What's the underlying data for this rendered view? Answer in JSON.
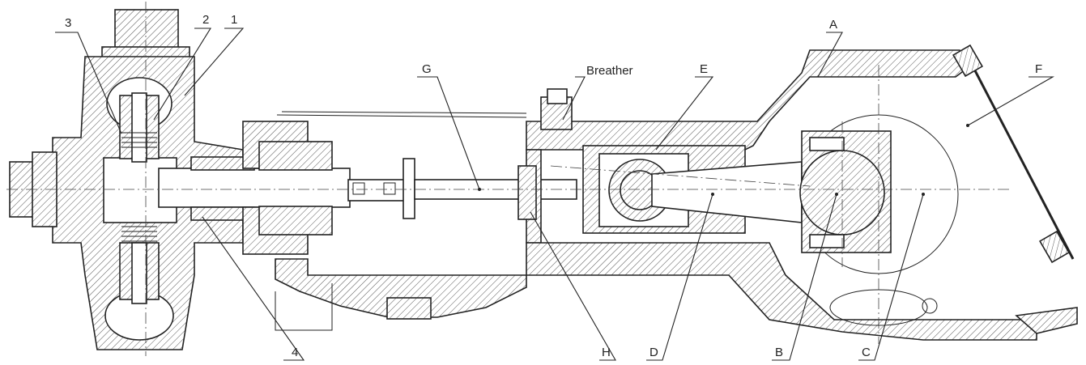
{
  "diagram": {
    "labels": {
      "l1": "1",
      "l2": "2",
      "l3": "3",
      "l4": "4",
      "A": "A",
      "B": "B",
      "C": "C",
      "D": "D",
      "E": "E",
      "F": "F",
      "G": "G",
      "H": "H",
      "breather": "Breather"
    }
  }
}
